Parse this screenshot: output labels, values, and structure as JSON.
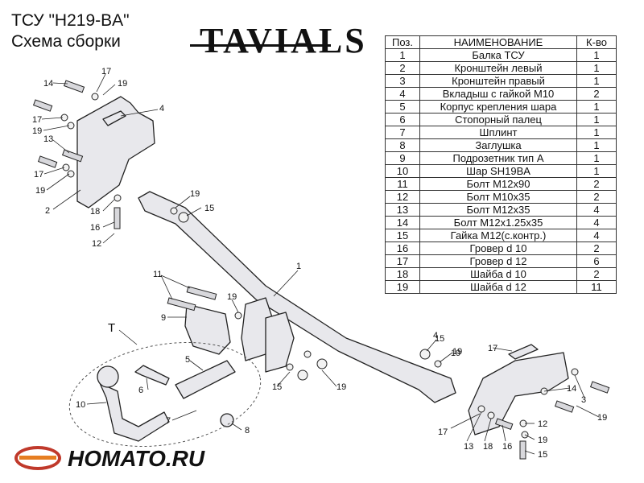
{
  "title_line1": "ТСУ  \"H219-BA\"",
  "title_line2": "Схема сборки",
  "brand": "TAVIALS",
  "watermark": "HOMATO.RU",
  "table": {
    "headers": [
      "Поз.",
      "НАИМЕНОВАНИЕ",
      "К-во"
    ],
    "rows": [
      [
        "1",
        "Балка ТСУ",
        "1"
      ],
      [
        "2",
        "Кронштейн левый",
        "1"
      ],
      [
        "3",
        "Кронштейн правый",
        "1"
      ],
      [
        "4",
        "Вкладыш с гайкой М10",
        "2"
      ],
      [
        "5",
        "Корпус крепления шара",
        "1"
      ],
      [
        "6",
        "Стопорный палец",
        "1"
      ],
      [
        "7",
        "Шплинт",
        "1"
      ],
      [
        "8",
        "Заглушка",
        "1"
      ],
      [
        "9",
        "Подрозетник тип А",
        "1"
      ],
      [
        "10",
        "Шар SH19BA",
        "1"
      ],
      [
        "11",
        "Болт М12х90",
        "2"
      ],
      [
        "12",
        "Болт М10х35",
        "2"
      ],
      [
        "13",
        "Болт М12х35",
        "4"
      ],
      [
        "14",
        "Болт М12х1.25х35",
        "4"
      ],
      [
        "15",
        "Гайка М12(с.контр.)",
        "4"
      ],
      [
        "16",
        "Гровер d 10",
        "2"
      ],
      [
        "17",
        "Гровер d 12",
        "6"
      ],
      [
        "18",
        "Шайба d 10",
        "2"
      ],
      [
        "19",
        "Шайба d 12",
        "11"
      ]
    ]
  },
  "callouts": [
    "14",
    "17",
    "19",
    "4",
    "17",
    "19",
    "13",
    "17",
    "19",
    "2",
    "18",
    "16",
    "12",
    "19",
    "15",
    "1",
    "11",
    "9",
    "19",
    "T",
    "5",
    "6",
    "10",
    "7",
    "8",
    "15",
    "19",
    "4",
    "19",
    "17",
    "14",
    "3",
    "19",
    "17",
    "13",
    "18",
    "16",
    "12",
    "19",
    "15",
    "15",
    "19"
  ],
  "colors": {
    "line": "#222222",
    "part_fill": "#e8e8ec",
    "logo_red": "#c0392b",
    "logo_orange": "#e67e22"
  }
}
